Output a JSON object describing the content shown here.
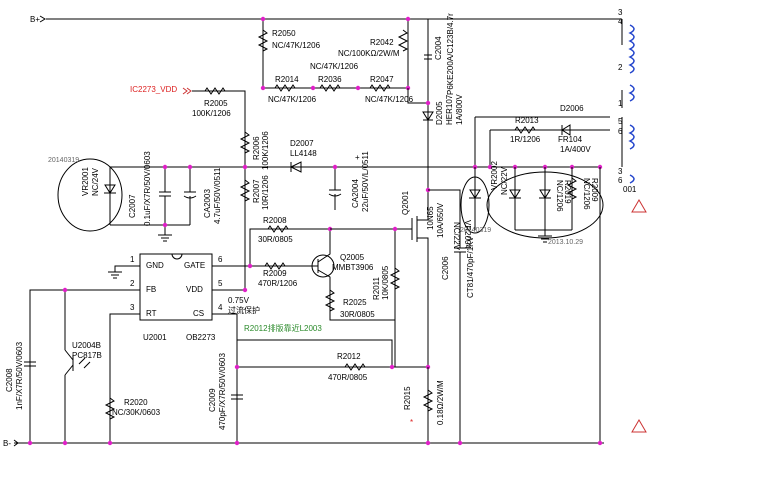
{
  "nets": {
    "b_plus": "B+",
    "b_minus": "B-",
    "ic_vdd": "IC2273_VDD"
  },
  "ic": {
    "ref": "U2001",
    "part": "OB2273",
    "pins": {
      "gnd": "GND",
      "fb": "FB",
      "rt": "RT",
      "gate": "GATE",
      "vdd": "VDD",
      "cs": "CS",
      "n1": "1",
      "n2": "2",
      "n3": "3",
      "n4": "4",
      "n5": "5",
      "n6": "6"
    }
  },
  "notes": {
    "ocp_voltage": "0.75V",
    "ocp_label": "过流保护",
    "r2012_note": "R2012排版靠近L2003",
    "date1": "20140319",
    "date2": "20140319",
    "date3": "2013.10.29",
    "dangling": "001"
  },
  "components": {
    "r2050": {
      "ref": "R2050",
      "val": "NC/47K/1206"
    },
    "r2042": {
      "ref": "R2042",
      "val": "NC/100KΩ/2W/M"
    },
    "r2036": {
      "ref": "R2036",
      "val": "NC/47K/1206"
    },
    "r2014": {
      "ref": "R2014",
      "val": "NC/47K/1206"
    },
    "r2047": {
      "ref": "R2047",
      "val": "NC/47K/1206"
    },
    "c2004": {
      "ref": "C2004",
      "val": "P6KE200A/C123B/4.7r"
    },
    "d2005": {
      "ref": "D2005",
      "val": "HER107",
      "val2": "1A/800V"
    },
    "r2005": {
      "ref": "R2005",
      "val": "100K/1206"
    },
    "r2006": {
      "ref": "R2006",
      "val": "100K/1206"
    },
    "r2007": {
      "ref": "R2007",
      "val": "10R/1206"
    },
    "d2007": {
      "ref": "D2007",
      "val": "LL4148"
    },
    "ca2004": {
      "ref": "CA2004",
      "val": "22uF/50V/L/0511"
    },
    "vr2001": {
      "ref": "VR2001",
      "val": "NC/24V"
    },
    "c2007": {
      "ref": "C2007",
      "val": "0.1uF/X7R/50V/0603"
    },
    "ca2003": {
      "ref": "CA2003",
      "val": "4.7uF/50V/0511"
    },
    "r2008": {
      "ref": "R2008",
      "val": "30R/0805"
    },
    "r2009": {
      "ref": "R2009",
      "val": "470R/1206"
    },
    "q2005": {
      "ref": "Q2005",
      "val": "MMBT3906"
    },
    "r2011": {
      "ref": "R2011",
      "val": "10K/0805"
    },
    "r2025": {
      "ref": "R2025",
      "val": "30R/0805"
    },
    "q2001": {
      "ref": "Q2001",
      "val": "10N65",
      "val2": "10A/650V"
    },
    "r2012": {
      "ref": "R2012",
      "val": "470R/0805"
    },
    "r2015": {
      "ref": "R2015",
      "val": "0.18Ω/2W/M"
    },
    "c2006": {
      "ref": "C2006",
      "val": "CT81/470pF/1KV"
    },
    "r2013": {
      "ref": "R2013",
      "val": "1R/1206"
    },
    "d2006": {
      "ref": "D2006",
      "val": "FR104",
      "val2": "1A/400V"
    },
    "vr2004": {
      "ref": "VR2004",
      "val": "NC/22V"
    },
    "vr2002": {
      "ref": "VR2002",
      "val": "NC/22V"
    },
    "r2019": {
      "ref": "R2019",
      "val": "NC/1206"
    },
    "r2009b": {
      "ref": "R2009",
      "val": "NC/1206"
    },
    "c2008": {
      "ref": "C2008",
      "val": "1nF/X7R/50V/0603"
    },
    "u2004b": {
      "ref": "U2004B",
      "val": "PC817B"
    },
    "r2020": {
      "ref": "R2020",
      "val": "NC/30K/0603"
    },
    "c2009": {
      "ref": "C2009",
      "val": "470pF/X7R/50V/0603"
    }
  },
  "transformer": {
    "pins": [
      "3",
      "4",
      "2",
      "1",
      "5",
      "6",
      "3",
      "6"
    ]
  },
  "colors": {
    "junction": "#e020c8",
    "warning": "#d22",
    "winding": "#2244cc",
    "note_green": "#2a8a2a"
  }
}
